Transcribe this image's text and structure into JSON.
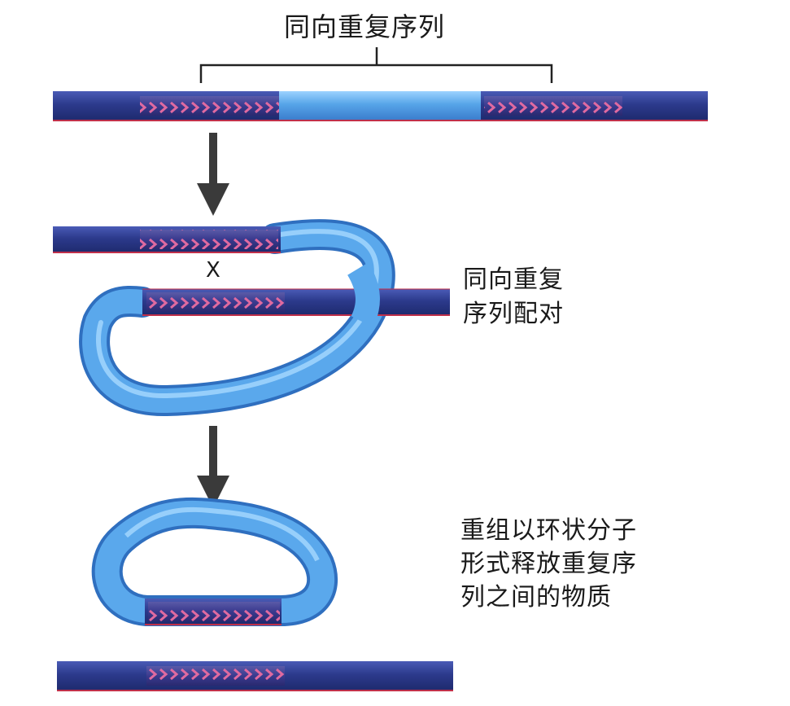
{
  "title": "同向重复序列",
  "pairing_label": {
    "line1": "同向重复",
    "line2": "序列配对"
  },
  "crossover_mark": "X",
  "result_label": {
    "line1": "重组以环状分子",
    "line2": "形式释放重复序",
    "line3": "列之间的物质"
  },
  "colors": {
    "dna_dark": "#2c3a8c",
    "dna_light": "#56a4e8",
    "repeat_fill": "#3a3a8e",
    "chevron": "#e06aa0",
    "red_strand": "#c0304a",
    "arrow": "#3a3a3a",
    "bracket": "#222222",
    "text": "#1a1a1a"
  }
}
